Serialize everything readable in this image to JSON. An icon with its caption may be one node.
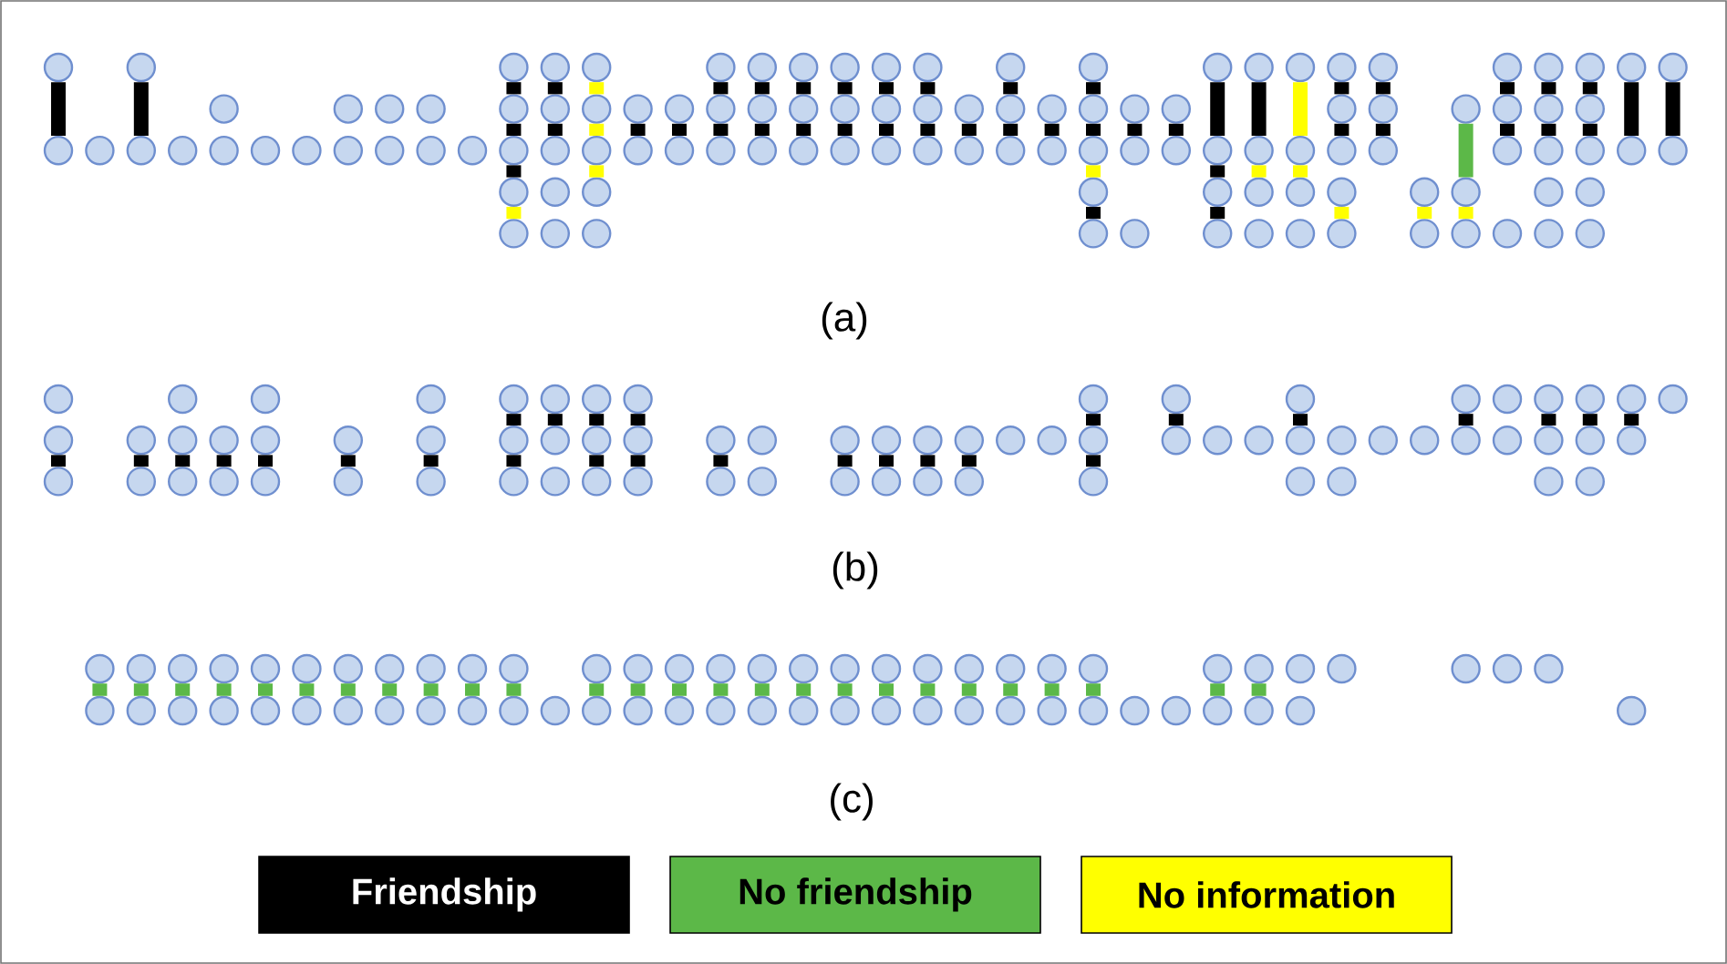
{
  "diagram": {
    "nodes": [
      {
        "text": [],
        "shape": "circle"
      },
      {
        "text": [],
        "shape": "circle"
      },
      {
        "text": [],
        "shape": "circle"
      },
      {
        "text": [],
        "shape": "circle"
      },
      {
        "text": [],
        "shape": "circle"
      },
      {
        "text": [],
        "shape": "circle"
      },
      {
        "text": [],
        "shape": "circle"
      },
      {
        "text": [],
        "shape": "circle"
      },
      {
        "text": [],
        "shape": "circle"
      },
      {
        "text": [],
        "shape": "circle"
      },
      {
        "text": [],
        "shape": "circle"
      },
      {
        "text": [],
        "shape": "circle"
      },
      {
        "text": [],
        "shape": "circle"
      },
      {
        "text": [],
        "shape": "circle"
      },
      {
        "text": [],
        "shape": "circle"
      },
      {
        "text": [],
        "shape": "circle"
      },
      {
        "text": [],
        "shape": "circle"
      },
      {
        "text": [],
        "shape": "circle"
      },
      {
        "text": [],
        "shape": "circle"
      },
      {
        "text": [],
        "shape": "circle"
      },
      {
        "text": [],
        "shape": "circle"
      },
      {
        "text": [],
        "shape": "circle"
      },
      {
        "text": [],
        "shape": "circle"
      },
      {
        "text": [],
        "shape": "circle"
      },
      {
        "text": [],
        "shape": "circle"
      },
      {
        "text": [],
        "shape": "circle"
      },
      {
        "text": [],
        "shape": "circle"
      },
      {
        "text": [],
        "shape": "circle"
      },
      {
        "text": [],
        "shape": "circle"
      },
      {
        "text": [],
        "shape": "circle"
      },
      {
        "text": [],
        "shape": "circle"
      },
      {
        "text": [],
        "shape": "circle"
      },
      {
        "text": [],
        "shape": "circle"
      },
      {
        "text": [],
        "shape": "circle"
      },
      {
        "text": [],
        "shape": "circle"
      },
      {
        "text": [],
        "shape": "circle"
      },
      {
        "text": [],
        "shape": "circle"
      },
      {
        "text": [],
        "shape": "circle"
      },
      {
        "text": [],
        "shape": "circle"
      },
      {
        "text": [],
        "shape": "circle"
      },
      {
        "text": [],
        "shape": "circle"
      },
      {
        "text": [],
        "shape": "circle"
      },
      {
        "text": [],
        "shape": "circle"
      },
      {
        "text": [],
        "shape": "circle"
      },
      {
        "text": [],
        "shape": "circle"
      },
      {
        "text": [],
        "shape": "circle"
      },
      {
        "text": [],
        "shape": "circle"
      },
      {
        "text": [],
        "shape": "circle"
      },
      {
        "text": [],
        "shape": "circle"
      },
      {
        "text": [],
        "shape": "circle"
      },
      {
        "text": [],
        "shape": "circle"
      },
      {
        "text": [],
        "shape": "circle"
      },
      {
        "text": [],
        "shape": "circle"
      },
      {
        "text": [],
        "shape": "circle"
      },
      {
        "text": [],
        "shape": "circle"
      },
      {
        "text": [],
        "shape": "circle"
      },
      {
        "text": [],
        "shape": "circle"
      },
      {
        "text": [],
        "shape": "circle"
      },
      {
        "text": [],
        "shape": "circle"
      },
      {
        "text": [],
        "shape": "circle"
      },
      {
        "text": [],
        "shape": "circle"
      },
      {
        "text": [],
        "shape": "circle"
      },
      {
        "text": [],
        "shape": "circle"
      },
      {
        "text": [],
        "shape": "circle"
      },
      {
        "text": [],
        "shape": "circle"
      },
      {
        "text": [],
        "shape": "circle"
      },
      {
        "text": [],
        "shape": "circle"
      },
      {
        "text": [],
        "shape": "circle"
      },
      {
        "text": [],
        "shape": "circle"
      },
      {
        "text": [],
        "shape": "circle"
      },
      {
        "text": [],
        "shape": "circle"
      },
      {
        "text": [],
        "shape": "circle"
      },
      {
        "text": [],
        "shape": "circle"
      },
      {
        "text": [],
        "shape": "circle"
      },
      {
        "text": [],
        "shape": "circle"
      },
      {
        "text": [],
        "shape": "circle"
      },
      {
        "text": [],
        "shape": "circle"
      },
      {
        "text": [],
        "shape": "circle"
      },
      {
        "text": [],
        "shape": "circle"
      },
      {
        "text": [],
        "shape": "circle"
      },
      {
        "text": [],
        "shape": "circle"
      },
      {
        "text": [],
        "shape": "circle"
      },
      {
        "text": [],
        "shape": "circle"
      },
      {
        "text": [],
        "shape": "circle"
      },
      {
        "text": [],
        "shape": "circle"
      },
      {
        "text": [],
        "shape": "circle"
      },
      {
        "text": [],
        "shape": "circle"
      },
      {
        "text": [],
        "shape": "circle"
      },
      {
        "text": [],
        "shape": "circle"
      },
      {
        "text": [],
        "shape": "circle"
      },
      {
        "text": [],
        "shape": "circle"
      },
      {
        "text": [],
        "shape": "circle"
      },
      {
        "text": [],
        "shape": "circle"
      },
      {
        "text": [],
        "shape": "circle"
      },
      {
        "text": [],
        "shape": "circle"
      },
      {
        "text": [],
        "shape": "circle"
      },
      {
        "text": [],
        "shape": "circle"
      },
      {
        "text": [],
        "shape": "circle"
      },
      {
        "text": [],
        "shape": "circle"
      },
      {
        "text": [],
        "shape": "circle"
      },
      {
        "text": [],
        "shape": "circle"
      },
      {
        "text": [],
        "shape": "circle"
      },
      {
        "text": [],
        "shape": "circle"
      },
      {
        "text": [],
        "shape": "circle"
      },
      {
        "text": [],
        "shape": "circle"
      },
      {
        "text": [],
        "shape": "circle"
      },
      {
        "text": [],
        "shape": "circle"
      },
      {
        "text": [],
        "shape": "circle"
      },
      {
        "text": [],
        "shape": "circle"
      },
      {
        "text": [],
        "shape": "circle"
      },
      {
        "text": [],
        "shape": "circle"
      },
      {
        "text": [],
        "shape": "circle"
      },
      {
        "text": [],
        "shape": "circle"
      },
      {
        "text": [],
        "shape": "circle"
      },
      {
        "text": [],
        "shape": "circle"
      },
      {
        "text": [],
        "shape": "circle"
      },
      {
        "text": [],
        "shape": "circle"
      },
      {
        "text": [],
        "shape": "circle"
      },
      {
        "text": [],
        "shape": "circle"
      },
      {
        "text": [],
        "shape": "circle"
      },
      {
        "text": [],
        "shape": "circle"
      },
      {
        "text": [],
        "shape": "circle"
      },
      {
        "text": [],
        "shape": "circle"
      },
      {
        "text": [],
        "shape": "circle"
      },
      {
        "text": [],
        "shape": "circle"
      },
      {
        "text": [],
        "shape": "circle"
      },
      {
        "text": [],
        "shape": "circle"
      },
      {
        "text": [],
        "shape": "circle"
      },
      {
        "text": [],
        "shape": "circle"
      },
      {
        "text": [],
        "shape": "circle"
      },
      {
        "text": [],
        "shape": "circle"
      },
      {
        "text": [],
        "shape": "circle"
      },
      {
        "text": [],
        "shape": "circle"
      },
      {
        "text": [],
        "shape": "circle"
      },
      {
        "text": [],
        "shape": "circle"
      },
      {
        "text": [],
        "shape": "circle"
      },
      {
        "text": [],
        "shape": "circle"
      },
      {
        "text": [],
        "shape": "circle"
      },
      {
        "text": [],
        "shape": "circle"
      },
      {
        "text": [],
        "shape": "circle"
      },
      {
        "text": [],
        "shape": "circle"
      },
      {
        "text": [],
        "shape": "circle"
      },
      {
        "text": [],
        "shape": "circle"
      },
      {
        "text": [],
        "shape": "circle"
      },
      {
        "text": [],
        "shape": "circle"
      },
      {
        "text": [],
        "shape": "circle"
      },
      {
        "text": [],
        "shape": "circle"
      },
      {
        "text": [],
        "shape": "circle"
      },
      {
        "text": [],
        "shape": "circle"
      },
      {
        "text": [],
        "shape": "circle"
      },
      {
        "text": [],
        "shape": "circle"
      },
      {
        "text": [],
        "shape": "circle"
      },
      {
        "text": [],
        "shape": "circle"
      },
      {
        "text": [],
        "shape": "circle"
      },
      {
        "text": [],
        "shape": "circle"
      },
      {
        "text": [],
        "shape": "circle"
      },
      {
        "text": [],
        "shape": "circle"
      },
      {
        "text": [],
        "shape": "circle"
      },
      {
        "text": [],
        "shape": "circle"
      },
      {
        "text": [],
        "shape": "circle"
      },
      {
        "text": [],
        "shape": "circle"
      },
      {
        "text": [],
        "shape": "circle"
      },
      {
        "text": [],
        "shape": "circle"
      },
      {
        "text": [],
        "shape": "circle"
      },
      {
        "text": [],
        "shape": "circle"
      },
      {
        "text": [],
        "shape": "circle"
      },
      {
        "text": [],
        "shape": "circle"
      },
      {
        "text": [],
        "shape": "circle"
      },
      {
        "text": [],
        "shape": "circle"
      },
      {
        "text": [],
        "shape": "circle"
      },
      {
        "text": [],
        "shape": "circle"
      },
      {
        "text": [],
        "shape": "circle"
      },
      {
        "text": [],
        "shape": "circle"
      },
      {
        "text": [],
        "shape": "circle"
      },
      {
        "text": [],
        "shape": "circle"
      },
      {
        "text": [],
        "shape": "circle"
      },
      {
        "text": [],
        "shape": "circle"
      },
      {
        "text": [],
        "shape": "circle"
      },
      {
        "text": [],
        "shape": "circle"
      },
      {
        "text": [],
        "shape": "circle"
      },
      {
        "text": [],
        "shape": "circle"
      },
      {
        "text": [],
        "shape": "circle"
      },
      {
        "text": [],
        "shape": "circle"
      },
      {
        "text": [],
        "shape": "circle"
      },
      {
        "text": [],
        "shape": "circle"
      },
      {
        "text": [],
        "shape": "circle"
      },
      {
        "text": [],
        "shape": "circle"
      },
      {
        "text": [],
        "shape": "circle"
      },
      {
        "text": [],
        "shape": "circle"
      },
      {
        "text": [],
        "shape": "circle"
      },
      {
        "text": [],
        "shape": "circle"
      },
      {
        "text": [],
        "shape": "circle"
      },
      {
        "text": [],
        "shape": "circle"
      },
      {
        "text": [],
        "shape": "circle"
      },
      {
        "text": [],
        "shape": "circle"
      },
      {
        "text": [],
        "shape": "circle"
      },
      {
        "text": [],
        "shape": "circle"
      },
      {
        "text": [],
        "shape": "circle"
      },
      {
        "text": [],
        "shape": "circle"
      },
      {
        "text": [],
        "shape": "circle"
      },
      {
        "text": [],
        "shape": "circle"
      },
      {
        "text": [],
        "shape": "circle"
      },
      {
        "text": [],
        "shape": "circle"
      },
      {
        "text": [],
        "shape": "circle"
      },
      {
        "text": [],
        "shape": "circle"
      },
      {
        "text": [],
        "shape": "circle"
      },
      {
        "text": [],
        "shape": "circle"
      },
      {
        "text": [],
        "shape": "circle"
      },
      {
        "text": [],
        "shape": "circle"
      },
      {
        "text": [],
        "shape": "circle"
      },
      {
        "text": [],
        "shape": "circle"
      },
      {
        "text": [],
        "shape": "circle"
      },
      {
        "text": [],
        "shape": "circle"
      },
      {
        "text": [],
        "shape": "circle"
      },
      {
        "text": [],
        "shape": "circle"
      },
      {
        "text": [],
        "shape": "circle"
      },
      {
        "text": [],
        "shape": "circle"
      },
      {
        "text": [],
        "shape": "circle"
      },
      {
        "text": [],
        "shape": "circle"
      },
      {
        "text": [],
        "shape": "circle"
      },
      {
        "text": [],
        "shape": "circle"
      },
      {
        "text": [],
        "shape": "circle"
      },
      {
        "text": [],
        "shape": "circle"
      },
      {
        "text": [],
        "shape": "circle"
      },
      {
        "text": [],
        "shape": "circle"
      },
      {
        "text": [],
        "shape": "circle"
      },
      {
        "text": [],
        "shape": "circle"
      },
      {
        "text": [],
        "shape": "circle"
      },
      {
        "text": [],
        "shape": "circle"
      },
      {
        "text": [],
        "shape": "circle"
      },
      {
        "text": [],
        "shape": "circle"
      },
      {
        "text": [],
        "shape": "circle"
      },
      {
        "text": [],
        "shape": "circle"
      },
      {
        "text": [],
        "shape": "circle"
      },
      {
        "text": [],
        "shape": "circle"
      },
      {
        "text": [],
        "shape": "circle"
      },
      {
        "text": [],
        "shape": "circle"
      },
      {
        "text": [],
        "shape": "circle"
      },
      {
        "text": [],
        "shape": "circle"
      },
      {
        "text": [],
        "shape": "circle"
      },
      {
        "text": [],
        "shape": "circle"
      },
      {
        "text": [],
        "shape": "circle"
      },
      {
        "text": [],
        "shape": "circle"
      },
      {
        "text": [],
        "shape": "circle"
      },
      {
        "text": [],
        "shape": "circle"
      },
      {
        "text": [],
        "shape": "circle"
      },
      {
        "text": [],
        "shape": "circle"
      }
    ],
    "edges": [
      {
        "from": 0,
        "to": 1,
        "arrow": "none"
      },
      {
        "from": 3,
        "to": 4,
        "arrow": "none"
      },
      {
        "from": 17,
        "to": 18,
        "arrow": "none"
      },
      {
        "from": 18,
        "to": 19,
        "arrow": "none"
      },
      {
        "from": 19,
        "to": 20,
        "arrow": "none"
      },
      {
        "from": 20,
        "to": 21,
        "arrow": "none",
        "color": "#ffff00"
      },
      {
        "from": 22,
        "to": 23,
        "arrow": "none"
      },
      {
        "from": 23,
        "to": 24,
        "arrow": "none"
      },
      {
        "from": 27,
        "to": 28,
        "arrow": "none",
        "color": "#ffff00"
      },
      {
        "from": 28,
        "to": 29,
        "arrow": "none",
        "color": "#ffff00"
      },
      {
        "from": 29,
        "to": 30,
        "arrow": "none",
        "color": "#ffff00"
      },
      {
        "from": 32,
        "to": 33,
        "arrow": "none"
      },
      {
        "from": 34,
        "to": 35,
        "arrow": "none"
      },
      {
        "from": 36,
        "to": 37,
        "arrow": "none"
      },
      {
        "from": 37,
        "to": 38,
        "arrow": "none"
      },
      {
        "from": 39,
        "to": 40,
        "arrow": "none"
      },
      {
        "from": 40,
        "to": 41,
        "arrow": "none"
      },
      {
        "from": 42,
        "to": 43,
        "arrow": "none"
      },
      {
        "from": 43,
        "to": 44,
        "arrow": "none"
      },
      {
        "from": 45,
        "to": 46,
        "arrow": "none"
      },
      {
        "from": 46,
        "to": 47,
        "arrow": "none"
      },
      {
        "from": 48,
        "to": 49,
        "arrow": "none"
      },
      {
        "from": 49,
        "to": 50,
        "arrow": "none"
      },
      {
        "from": 51,
        "to": 52,
        "arrow": "none"
      },
      {
        "from": 52,
        "to": 53,
        "arrow": "none"
      },
      {
        "from": 54,
        "to": 55,
        "arrow": "none"
      },
      {
        "from": 56,
        "to": 57,
        "arrow": "none"
      },
      {
        "from": 57,
        "to": 58,
        "arrow": "none"
      },
      {
        "from": 59,
        "to": 60,
        "arrow": "none"
      },
      {
        "from": 61,
        "to": 62,
        "arrow": "none"
      },
      {
        "from": 62,
        "to": 63,
        "arrow": "none"
      },
      {
        "from": 63,
        "to": 64,
        "arrow": "none",
        "color": "#ffff00"
      },
      {
        "from": 64,
        "to": 65,
        "arrow": "none"
      },
      {
        "from": 66,
        "to": 67,
        "arrow": "none"
      },
      {
        "from": 69,
        "to": 70,
        "arrow": "none"
      },
      {
        "from": 71,
        "to": 72,
        "arrow": "none"
      },
      {
        "from": 72,
        "to": 73,
        "arrow": "none"
      },
      {
        "from": 73,
        "to": 74,
        "arrow": "none"
      },
      {
        "from": 75,
        "to": 76,
        "arrow": "none"
      },
      {
        "from": 76,
        "to": 77,
        "arrow": "none",
        "color": "#ffff00"
      },
      {
        "from": 79,
        "to": 80,
        "arrow": "none",
        "color": "#ffff00"
      },
      {
        "from": 80,
        "to": 81,
        "arrow": "none",
        "color": "#ffff00"
      },
      {
        "from": 83,
        "to": 84,
        "arrow": "none"
      },
      {
        "from": 84,
        "to": 85,
        "arrow": "none"
      },
      {
        "from": 86,
        "to": 87,
        "arrow": "none",
        "color": "#ffff00"
      },
      {
        "from": 88,
        "to": 89,
        "arrow": "none"
      },
      {
        "from": 89,
        "to": 90,
        "arrow": "none"
      },
      {
        "from": 91,
        "to": 92,
        "arrow": "none",
        "color": "#ffff00"
      },
      {
        "from": 93,
        "to": 94,
        "arrow": "none",
        "color": "#5cb848"
      },
      {
        "from": 94,
        "to": 95,
        "arrow": "none",
        "color": "#ffff00"
      },
      {
        "from": 96,
        "to": 97,
        "arrow": "none"
      },
      {
        "from": 97,
        "to": 98,
        "arrow": "none"
      },
      {
        "from": 100,
        "to": 101,
        "arrow": "none"
      },
      {
        "from": 101,
        "to": 102,
        "arrow": "none"
      },
      {
        "from": 105,
        "to": 106,
        "arrow": "none"
      },
      {
        "from": 106,
        "to": 107,
        "arrow": "none"
      },
      {
        "from": 110,
        "to": 111,
        "arrow": "none"
      },
      {
        "from": 112,
        "to": 113,
        "arrow": "none"
      },
      {
        "from": 115,
        "to": 116,
        "arrow": "none"
      },
      {
        "from": 117,
        "to": 118,
        "arrow": "none"
      },
      {
        "from": 120,
        "to": 121,
        "arrow": "none"
      },
      {
        "from": 122,
        "to": 123,
        "arrow": "none"
      },
      {
        "from": 125,
        "to": 126,
        "arrow": "none"
      },
      {
        "from": 127,
        "to": 128,
        "arrow": "none"
      },
      {
        "from": 130,
        "to": 131,
        "arrow": "none"
      },
      {
        "from": 132,
        "to": 133,
        "arrow": "none"
      },
      {
        "from": 133,
        "to": 134,
        "arrow": "none"
      },
      {
        "from": 135,
        "to": 136,
        "arrow": "none"
      },
      {
        "from": 138,
        "to": 139,
        "arrow": "none"
      },
      {
        "from": 139,
        "to": 140,
        "arrow": "none"
      },
      {
        "from": 141,
        "to": 142,
        "arrow": "none"
      },
      {
        "from": 142,
        "to": 143,
        "arrow": "none"
      },
      {
        "from": 144,
        "to": 145,
        "arrow": "none"
      },
      {
        "from": 148,
        "to": 149,
        "arrow": "none"
      },
      {
        "from": 150,
        "to": 151,
        "arrow": "none"
      },
      {
        "from": 152,
        "to": 153,
        "arrow": "none"
      },
      {
        "from": 154,
        "to": 155,
        "arrow": "none"
      },
      {
        "from": 158,
        "to": 159,
        "arrow": "none"
      },
      {
        "from": 159,
        "to": 160,
        "arrow": "none"
      },
      {
        "from": 161,
        "to": 162,
        "arrow": "none"
      },
      {
        "from": 165,
        "to": 166,
        "arrow": "none"
      },
      {
        "from": 172,
        "to": 173,
        "arrow": "none"
      },
      {
        "from": 176,
        "to": 177,
        "arrow": "none"
      },
      {
        "from": 179,
        "to": 180,
        "arrow": "none"
      },
      {
        "from": 182,
        "to": 183,
        "arrow": "none"
      },
      {
        "from": 185,
        "to": 186,
        "arrow": "none",
        "color": "#5cb848"
      },
      {
        "from": 187,
        "to": 188,
        "arrow": "none",
        "color": "#5cb848"
      },
      {
        "from": 189,
        "to": 190,
        "arrow": "none",
        "color": "#5cb848"
      },
      {
        "from": 191,
        "to": 192,
        "arrow": "none",
        "color": "#5cb848"
      },
      {
        "from": 193,
        "to": 194,
        "arrow": "none",
        "color": "#5cb848"
      },
      {
        "from": 195,
        "to": 196,
        "arrow": "none",
        "color": "#5cb848"
      },
      {
        "from": 197,
        "to": 198,
        "arrow": "none",
        "color": "#5cb848"
      },
      {
        "from": 199,
        "to": 200,
        "arrow": "none",
        "color": "#5cb848"
      },
      {
        "from": 201,
        "to": 202,
        "arrow": "none",
        "color": "#5cb848"
      },
      {
        "from": 203,
        "to": 204,
        "arrow": "none",
        "color": "#5cb848"
      },
      {
        "from": 205,
        "to": 206,
        "arrow": "none",
        "color": "#5cb848"
      },
      {
        "from": 208,
        "to": 209,
        "arrow": "none",
        "color": "#5cb848"
      },
      {
        "from": 210,
        "to": 211,
        "arrow": "none",
        "color": "#5cb848"
      },
      {
        "from": 212,
        "to": 213,
        "arrow": "none",
        "color": "#5cb848"
      },
      {
        "from": 214,
        "to": 215,
        "arrow": "none",
        "color": "#5cb848"
      },
      {
        "from": 216,
        "to": 217,
        "arrow": "none",
        "color": "#5cb848"
      },
      {
        "from": 218,
        "to": 219,
        "arrow": "none",
        "color": "#5cb848"
      },
      {
        "from": 220,
        "to": 221,
        "arrow": "none",
        "color": "#5cb848"
      },
      {
        "from": 222,
        "to": 223,
        "arrow": "none",
        "color": "#5cb848"
      },
      {
        "from": 224,
        "to": 225,
        "arrow": "none",
        "color": "#5cb848"
      },
      {
        "from": 226,
        "to": 227,
        "arrow": "none",
        "color": "#5cb848"
      },
      {
        "from": 228,
        "to": 229,
        "arrow": "none",
        "color": "#5cb848"
      },
      {
        "from": 230,
        "to": 231,
        "arrow": "none",
        "color": "#5cb848"
      },
      {
        "from": 232,
        "to": 233,
        "arrow": "none",
        "color": "#5cb848"
      },
      {
        "from": 236,
        "to": 237,
        "arrow": "none",
        "color": "#5cb848"
      },
      {
        "from": 238,
        "to": 239,
        "arrow": "none",
        "color": "#5cb848"
      }
    ],
    "labels": [
      "(a)",
      "(b)",
      "(c)"
    ],
    "legend": [
      {
        "text": "Friendship",
        "color": "#000000"
      },
      {
        "text": "No friendship",
        "color": "#5cb848"
      },
      {
        "text": "No information",
        "color": "#ffff00"
      }
    ]
  }
}
